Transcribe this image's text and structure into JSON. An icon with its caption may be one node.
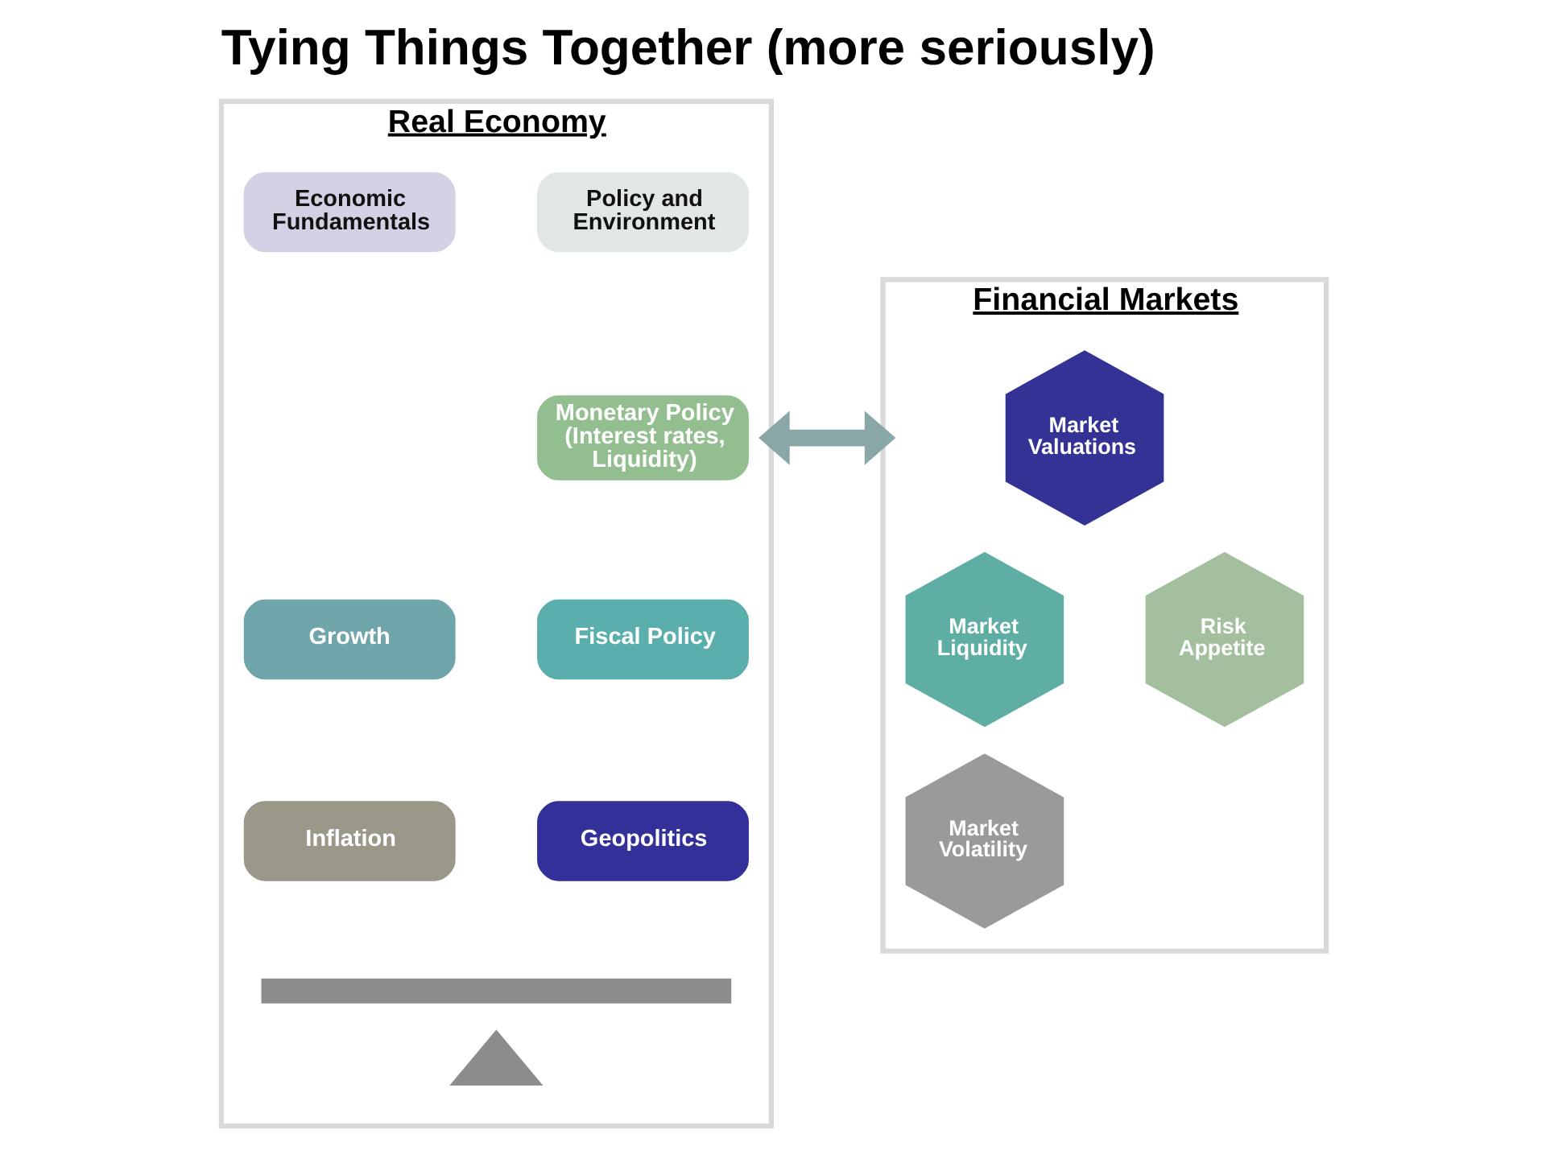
{
  "diagram": {
    "title": "Tying Things Together (more seriously)",
    "nodes": [
      {
        "text": [
          "Real Economy"
        ]
      },
      {
        "text": [
          "Economic Fundamentals"
        ],
        "in": 0
      },
      {
        "text": [
          "Policy and Environment"
        ],
        "in": 0
      },
      {
        "text": [
          "Monetary Policy (Interest rates, Liquidity)"
        ],
        "in": 0
      },
      {
        "text": [
          "Growth"
        ],
        "in": 0
      },
      {
        "text": [
          "Fiscal Policy"
        ],
        "in": 0
      },
      {
        "text": [
          "Inflation"
        ],
        "in": 0
      },
      {
        "text": [
          "Geopolitics"
        ],
        "in": 0
      },
      {
        "text": [],
        "shape": "bar",
        "in": 0
      },
      {
        "text": [],
        "shape": "triangle",
        "in": 0
      },
      {
        "text": [
          "Financial Markets"
        ]
      },
      {
        "text": [
          "Market Valuations"
        ],
        "in": 10
      },
      {
        "text": [
          "Market Liquidity"
        ],
        "in": 10
      },
      {
        "text": [
          "Risk Appetite"
        ],
        "in": 10
      },
      {
        "text": [
          "Market Volatility"
        ],
        "in": 10
      }
    ],
    "edges": [
      {
        "from": 0,
        "to": 10,
        "arrow": "both"
      }
    ]
  }
}
